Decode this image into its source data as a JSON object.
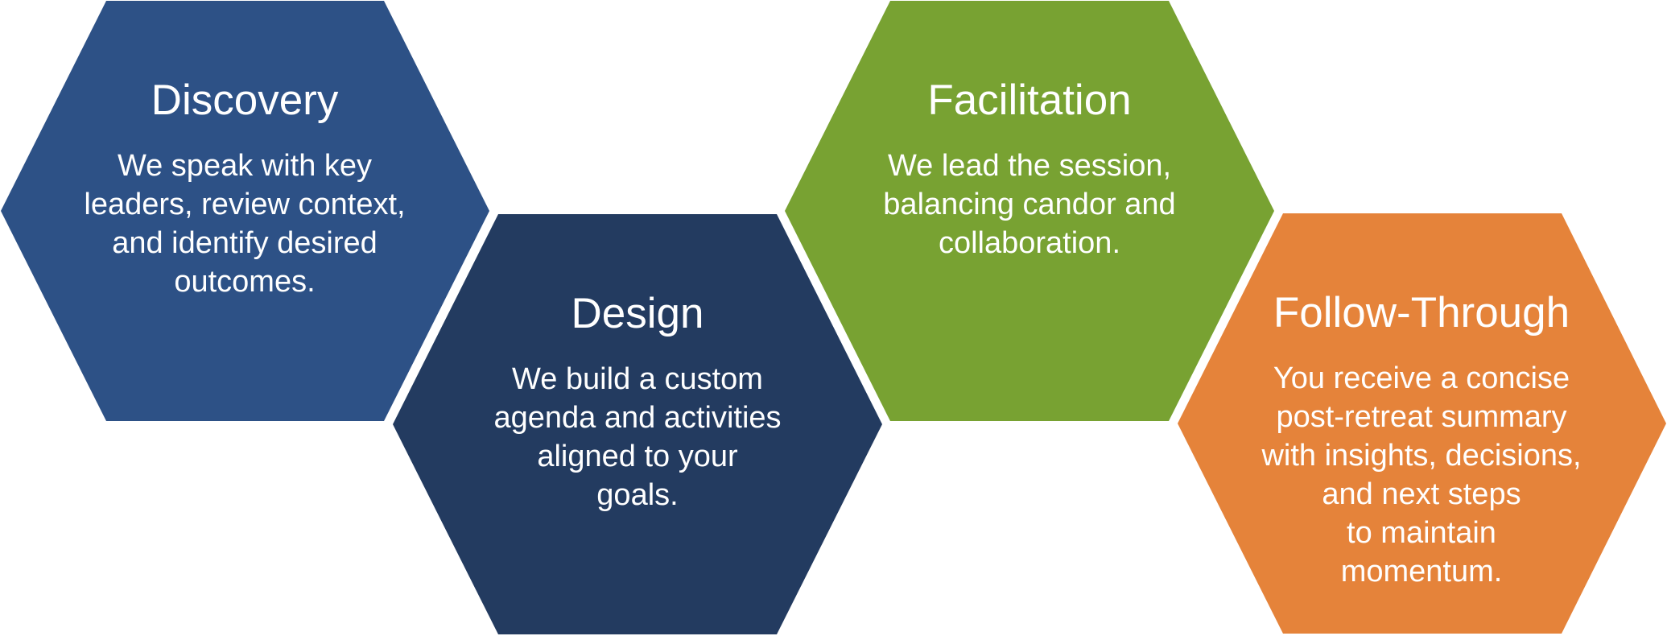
{
  "steps": [
    {
      "title": "Discovery",
      "color": "#2D5186",
      "lines": [
        "We speak with key",
        "leaders, review context,",
        "and identify desired",
        "outcomes."
      ]
    },
    {
      "title": "Design",
      "color": "#233B60",
      "lines": [
        "We build a custom",
        "agenda and activities",
        "aligned to your",
        "goals."
      ]
    },
    {
      "title": "Facilitation",
      "color": "#78A232",
      "lines": [
        "We lead the session,",
        "balancing candor and",
        "collaboration."
      ]
    },
    {
      "title": "Follow-Through",
      "color": "#E5833A",
      "lines": [
        "You receive a concise",
        "post-retreat summary",
        "with insights, decisions,",
        "and next steps",
        "to maintain",
        "momentum."
      ]
    }
  ]
}
